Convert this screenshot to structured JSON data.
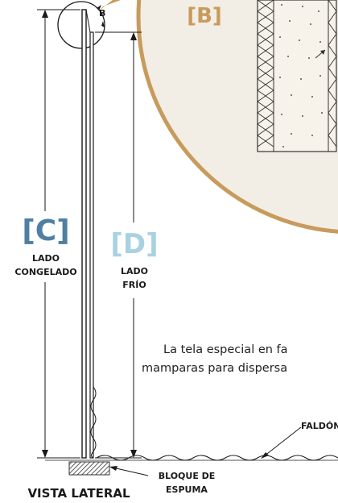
{
  "callout": {
    "detail_marker": "B",
    "label": "[B]"
  },
  "dimensions": {
    "c": {
      "bracket": "[C]",
      "line1": "LADO",
      "line2": "CONGELADO"
    },
    "d": {
      "bracket": "[D]",
      "line1": "LADO",
      "line2": "FRÍO"
    }
  },
  "description": {
    "line1": "La tela especial en fa",
    "line2": "mamparas para dispersa"
  },
  "labels": {
    "skirt": "FALDÓN",
    "foam_line1": "BLOQUE DE",
    "foam_line2": "ESPUMA",
    "view_title": "VISTA LATERAL"
  },
  "colors": {
    "callout_fill": "#f2eee6",
    "callout_border": "#c89b5c",
    "c_color": "#4f7fa3",
    "d_color": "#a8d2e2",
    "b_color": "#c89b5c"
  }
}
